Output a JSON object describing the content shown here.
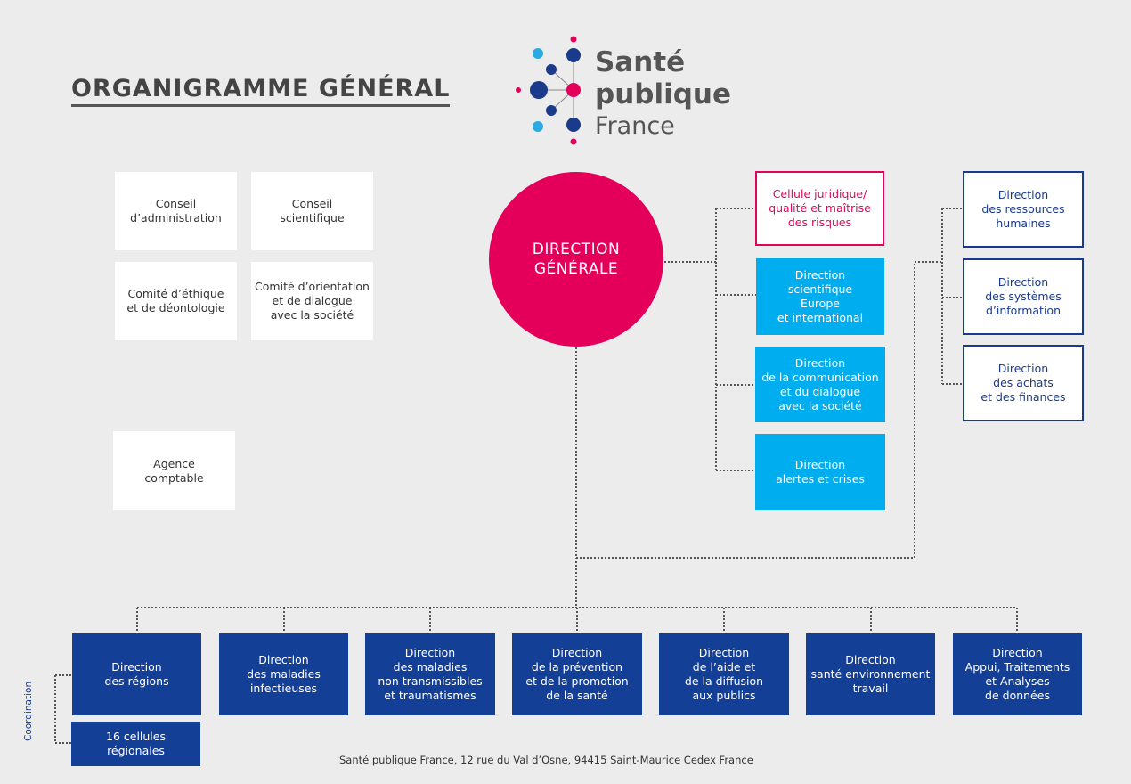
{
  "title": "ORGANIGRAMME GÉNÉRAL",
  "logo": {
    "line1": "Santé",
    "line2": "publique",
    "line3": "France"
  },
  "colors": {
    "pink": "#e4005a",
    "cyan": "#00aeef",
    "navy": "#133f97",
    "background": "#ececec"
  },
  "governance": [
    "Conseil\nd’administration",
    "Conseil\nscientifique",
    "Comité d’éthique\net de déontologie",
    "Comité d’orientation\net de dialogue\navec la société",
    "Agence\ncomptable"
  ],
  "direction_generale": "DIRECTION\nGÉNÉRALE",
  "attached_units": [
    "Cellule juridique/\nqualité et maîtrise\ndes risques",
    "Direction\nscientifique\nEurope\net international",
    "Direction\nde la communication\net du dialogue\navec la société",
    "Direction\nalertes et crises"
  ],
  "support_units": [
    "Direction\ndes ressources\nhumaines",
    "Direction\ndes systèmes\nd’information",
    "Direction\ndes achats\net des finances"
  ],
  "operational_units": [
    "Direction\ndes régions",
    "Direction\ndes maladies\ninfectieuses",
    "Direction\ndes maladies\nnon transmissibles\net traumatismes",
    "Direction\nde la prévention\net de la promotion\nde la santé",
    "Direction\nde l’aide et\nde la diffusion\naux publics",
    "Direction\nsanté environnement\ntravail",
    "Direction\nAppui, Traitements\net Analyses\nde données"
  ],
  "regional_cells": "16 cellules\nrégionales",
  "coordination_label": "Coordination",
  "footer": "Santé publique France, 12 rue du Val d’Osne, 94415 Saint-Maurice Cedex France"
}
